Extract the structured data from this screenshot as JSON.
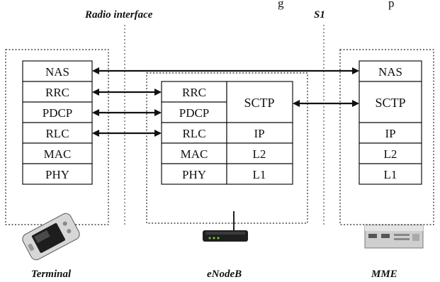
{
  "header": {
    "title_fragment": "g",
    "title_fragment_2": "p"
  },
  "interfaces": {
    "radio": "Radio interface",
    "s1": "S1"
  },
  "terminal": {
    "caption": "Terminal",
    "layers": [
      "NAS",
      "RRC",
      "PDCP",
      "RLC",
      "MAC",
      "PHY"
    ]
  },
  "enodeb": {
    "caption": "eNodeB",
    "left_layers": [
      "RRC",
      "PDCP",
      "RLC",
      "MAC",
      "PHY"
    ],
    "right_sctp": "SCTP",
    "right_layers": [
      "IP",
      "L2",
      "L1"
    ]
  },
  "mme": {
    "caption": "MME",
    "layers": [
      "NAS",
      "SCTP",
      "IP",
      "L2",
      "L1"
    ]
  }
}
